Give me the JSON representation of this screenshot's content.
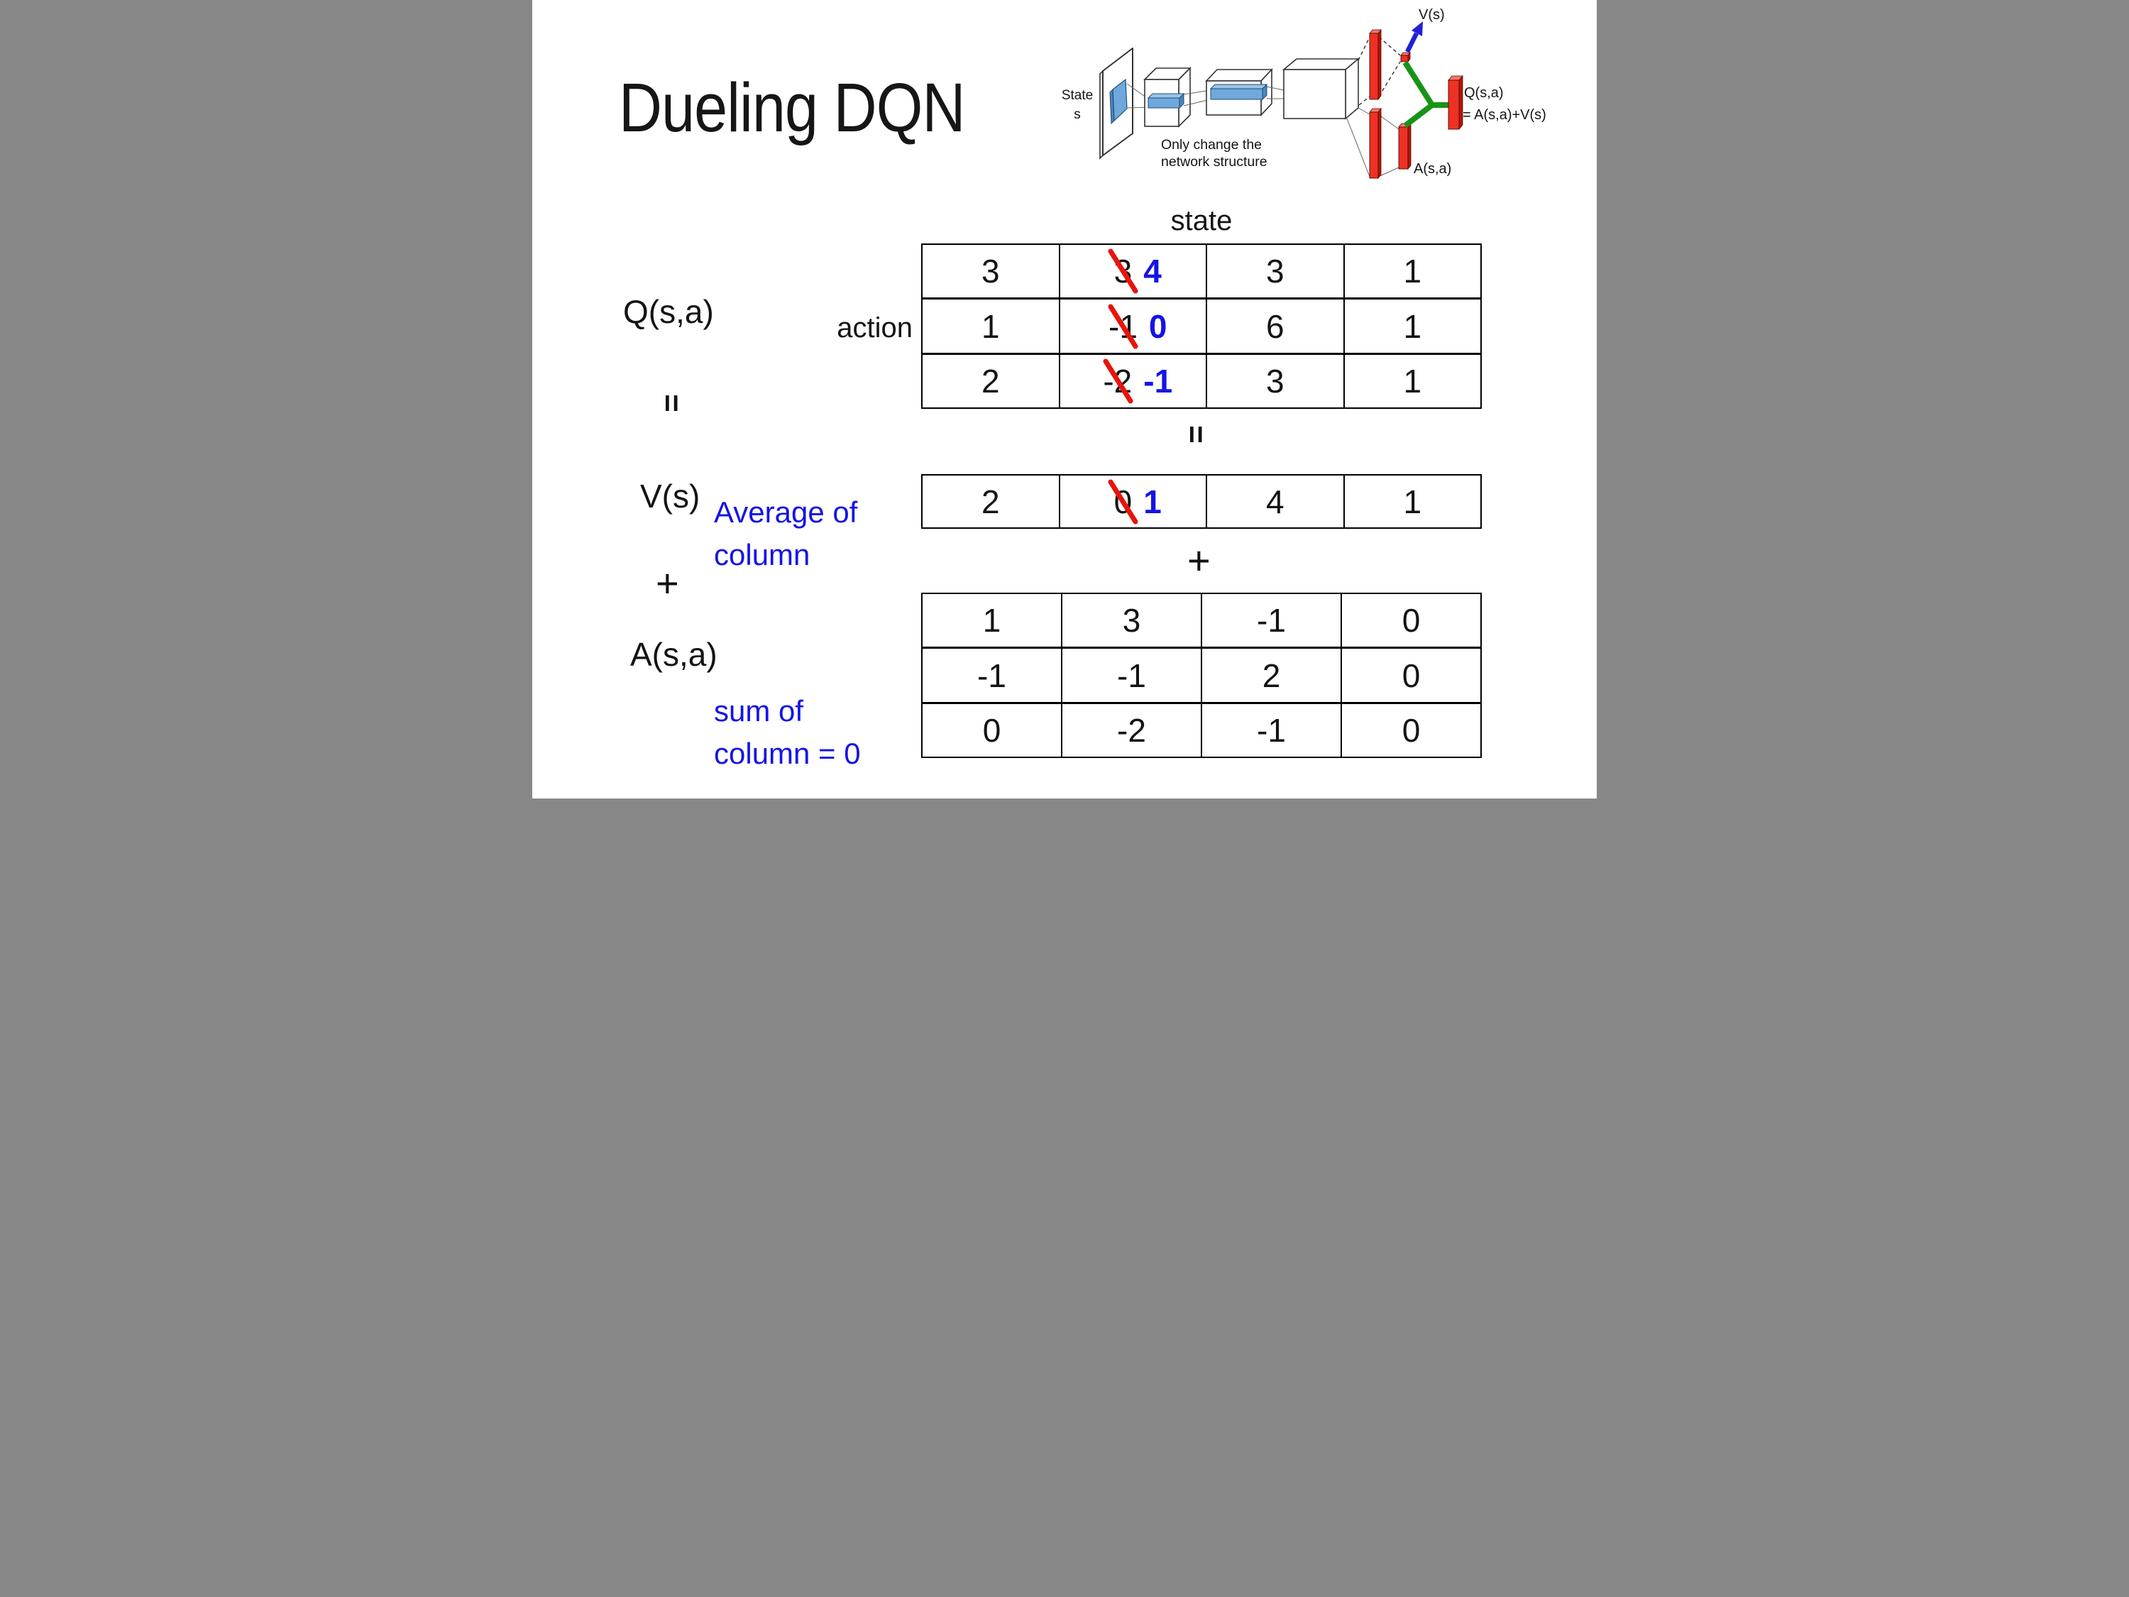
{
  "title": "Dueling DQN",
  "diagram": {
    "state_line1": "State",
    "state_line2": "s",
    "note_line1": "Only change the",
    "note_line2": "network structure",
    "v_out_label": "V(s)",
    "q_out_label_line1": "Q(s,a)",
    "q_out_label_line2": "= A(s,a)+V(s)",
    "a_out_label": "A(s,a)"
  },
  "equation": {
    "q_label": "Q(s,a)",
    "equals_left": "=",
    "v_label": "V(s)",
    "plus_left": "+",
    "a_label": "A(s,a)",
    "equals_mid": "=",
    "plus_mid": "+",
    "action_label": "action",
    "state_label": "state",
    "avg_note_line1": "Average of",
    "avg_note_line2": "column",
    "sum_note_line1": "sum of",
    "sum_note_line2": "column = 0"
  },
  "q_table": {
    "rows": [
      [
        "3",
        {
          "old": "3",
          "new": "4"
        },
        "3",
        "1"
      ],
      [
        "1",
        {
          "old": "-1",
          "new": "0"
        },
        "6",
        "1"
      ],
      [
        "2",
        {
          "old": "-2",
          "new": "-1"
        },
        "3",
        "1"
      ]
    ]
  },
  "v_row": [
    "2",
    {
      "old": "0",
      "new": "1"
    },
    "4",
    "1"
  ],
  "a_table": {
    "rows": [
      [
        "1",
        "3",
        "-1",
        "0"
      ],
      [
        "-1",
        "-1",
        "2",
        "0"
      ],
      [
        "0",
        "-2",
        "-1",
        "0"
      ]
    ]
  },
  "colors": {
    "strike_red": "#e8140c",
    "new_value_blue": "#1414e6",
    "note_blue": "#1414e6",
    "bar_red": "#ee3124",
    "merge_green": "#179417",
    "arrow_blue": "#2020d6",
    "conv_blue": "#6fa8dc"
  }
}
